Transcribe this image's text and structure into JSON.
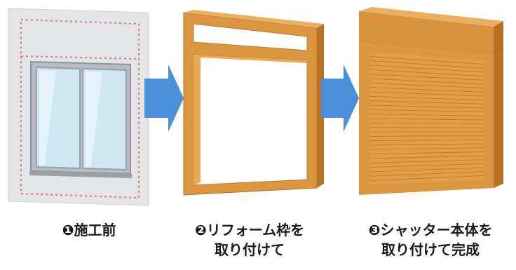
{
  "steps": [
    {
      "lines": [
        "❶施工前"
      ]
    },
    {
      "lines": [
        "❷リフォーム枠を",
        "取り付けて"
      ]
    },
    {
      "lines": [
        "❸シャッター本体を",
        "取り付けて完成"
      ]
    }
  ],
  "colors": {
    "arrow": "#4a90d9",
    "wall": "#e6e8eb",
    "wood": "#d9923c",
    "wood_light": "#e8a955",
    "wood_dark": "#b56f24",
    "dotted_outline": "#e07a6a",
    "glass": "#cde6f2",
    "window_frame": "#a9afb5"
  }
}
